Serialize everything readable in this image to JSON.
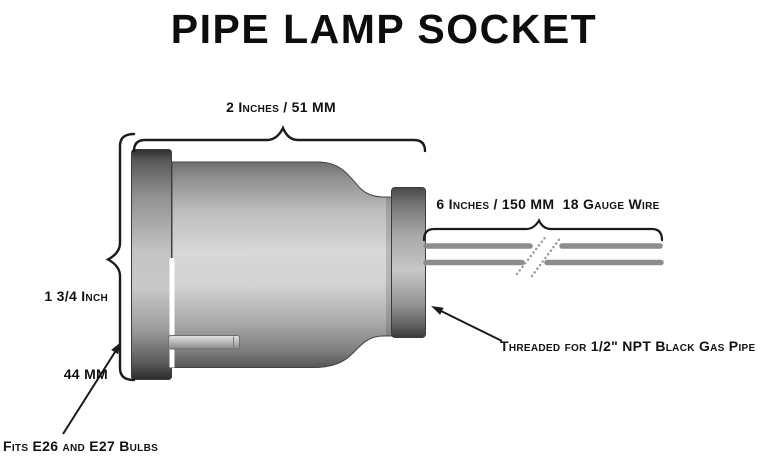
{
  "title": "PIPE LAMP SOCKET",
  "dimensions": {
    "width_label": "2 Inches / 51 MM",
    "height_inch_label": "1 3/4 Inch",
    "height_mm_label": "44 MM",
    "wire_label": "6 Inches / 150 MM  18 Gauge Wire"
  },
  "annotations": {
    "thread_note": "Threaded for 1/2\" NPT Black Gas Pipe",
    "bulb_note": "Fits E26 and E27 Bulbs"
  },
  "colors": {
    "background": "#ffffff",
    "text": "#121212",
    "line": "#1b1b1b",
    "wire": "#8d8d8d",
    "metal_highlight": "#d8d8d8",
    "metal_shadow": "#3f3f3f"
  }
}
